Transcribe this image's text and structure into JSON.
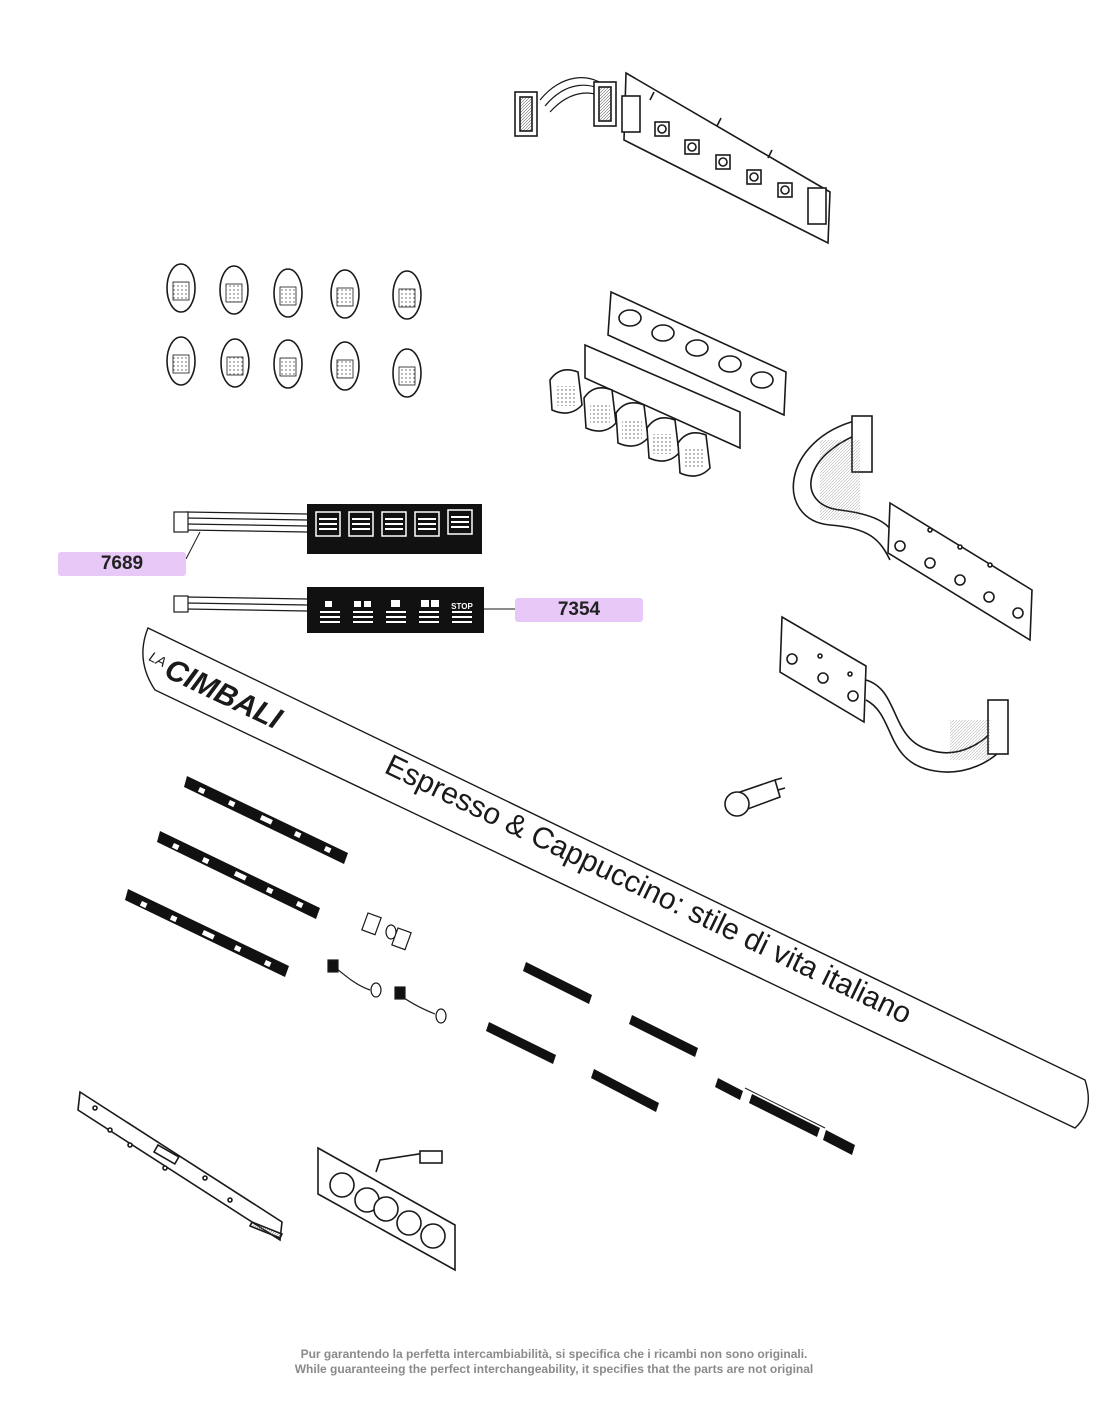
{
  "callouts": [
    {
      "id": "7689",
      "label": "7689"
    },
    {
      "id": "7354",
      "label": "7354"
    }
  ],
  "panel": {
    "brand_prefix": "LA",
    "brand_name": "CIMBALI",
    "slogan": "Espresso & Cappuccino: stile di vita italiano"
  },
  "stop_label": "STOP",
  "footer": {
    "italian": "Pur garantendo la perfetta intercambiabilità, si specifica che i ricambi non sono originali.",
    "english": "While guaranteeing the perfect interchangeability, it specifies that the parts are not original"
  },
  "colors": {
    "callout_fill": "#e8c8f7",
    "line": "#1a1a1a",
    "keypad_fill": "#111111",
    "footer_text": "#8a8a8a"
  },
  "icons": {
    "pcb_board": "circuit-board-icon",
    "button_cap": "button-cap-icon",
    "ribbon_cable": "ribbon-cable-icon",
    "indicator_lamp": "lamp-icon",
    "cup": "cup-icon"
  }
}
